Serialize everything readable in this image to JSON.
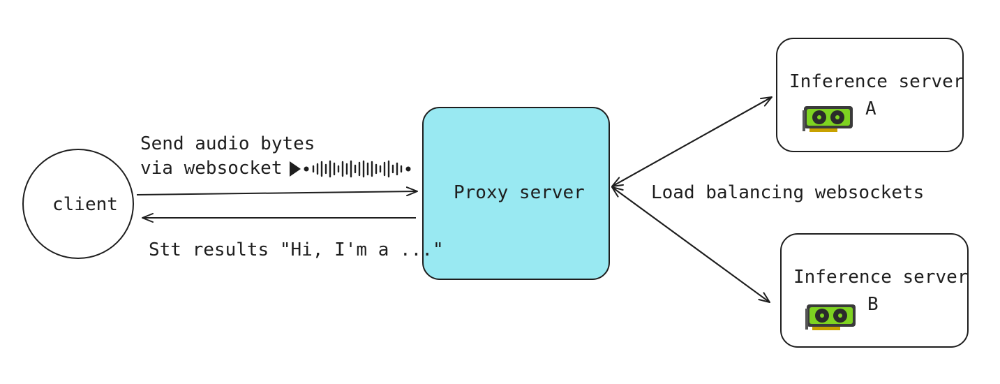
{
  "nodes": {
    "client": {
      "label": "client"
    },
    "proxy": {
      "label": "Proxy server",
      "fill": "#99e9f2"
    },
    "server_a": {
      "title": "Inference server",
      "tag": "A",
      "gpu_icon": "gpu-card-icon"
    },
    "server_b": {
      "title": "Inference server",
      "tag": "B",
      "gpu_icon": "gpu-card-icon"
    }
  },
  "edges": {
    "send": {
      "line1": "Send audio bytes",
      "line2": "via websocket",
      "icon": "audio-waveform-icon"
    },
    "results": {
      "label": "Stt results \"Hi, I'm a ...\""
    },
    "load_balancing": {
      "label": "Load balancing websockets"
    }
  },
  "colors": {
    "stroke": "#1e1e1e",
    "proxy_fill": "#99e9f2",
    "gpu_green": "#7ed321",
    "gpu_body": "#3a3a3a"
  }
}
